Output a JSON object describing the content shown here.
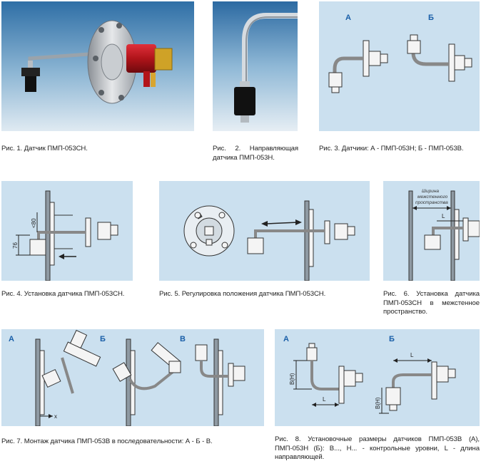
{
  "captions": {
    "fig1": "Рис. 1. Датчик ПМП-053СН.",
    "fig2": "Рис. 2. Направляющая датчика ПМП-053Н.",
    "fig3": "Рис. 3. Датчики: А - ПМП-053Н; Б - ПМП-053В.",
    "fig4": "Рис. 4. Установка датчика ПМП-053СН.",
    "fig5": "Рис. 5. Регулировка положения датчика ПМП-053СН.",
    "fig6": "Рис. 6. Установка датчика ПМП-053СН в межстенное пространство.",
    "fig7": "Рис. 7. Монтаж датчика ПМП-053В в последовательности: А - Б - В.",
    "fig8": "Рис. 8. Установочные размеры датчиков ПМП-053В (А), ПМП-053Н (Б): В..., Н... - контрольные уровни, L - длина направляющей."
  },
  "fig3_labels": {
    "a": "А",
    "b": "Б"
  },
  "fig4_labels": {
    "dim_76": "76",
    "dim_80": "<80"
  },
  "fig6_labels": {
    "width_line1": "Ширина",
    "width_line2": "межстенного",
    "width_line3": "пространства",
    "l": "L"
  },
  "fig7_labels": {
    "a": "А",
    "b": "Б",
    "v": "В",
    "x": "x"
  },
  "fig8_labels": {
    "a": "А",
    "b": "Б",
    "bh_a": "В(Н)",
    "l_a": "L",
    "bh_b": "В(Н)",
    "l_b": "L"
  },
  "colors": {
    "panel_blue": "#cbe0ef",
    "label_blue": "#1a5fa8",
    "sensor_red": "#c0141a"
  }
}
